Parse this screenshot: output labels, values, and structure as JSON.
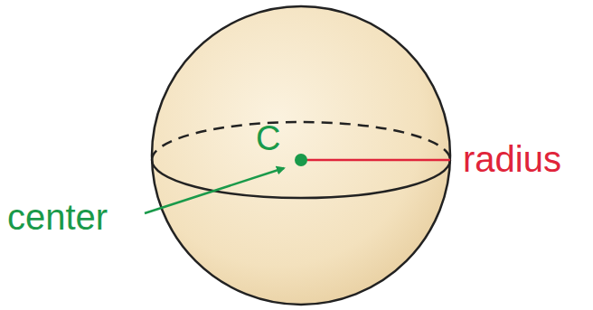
{
  "diagram": {
    "labels": [
      "C",
      "center",
      "radius"
    ]
  }
}
